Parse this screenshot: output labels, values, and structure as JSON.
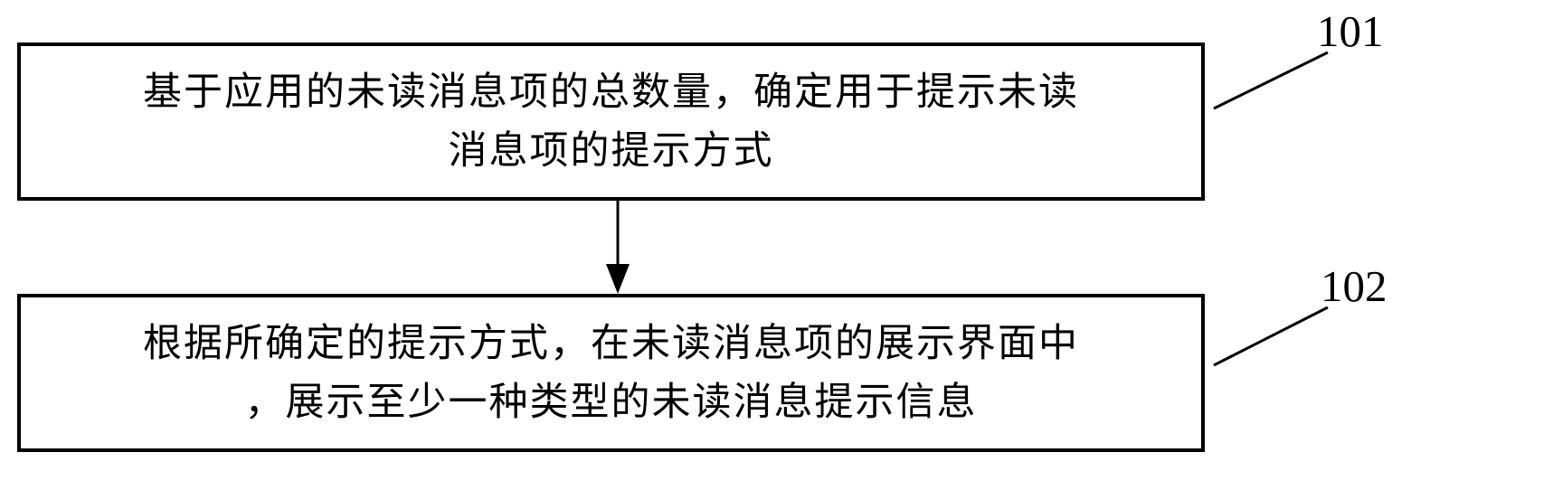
{
  "steps": [
    {
      "id": "101",
      "label": "101",
      "lines": [
        "基于应用的未读消息项的总数量，确定用于提示未读",
        "消息项的提示方式"
      ]
    },
    {
      "id": "102",
      "label": "102",
      "lines": [
        "根据所确定的提示方式，在未读消息项的展示界面中",
        "，展示至少一种类型的未读消息提示信息"
      ]
    }
  ],
  "colors": {
    "stroke": "#000000",
    "background": "#ffffff"
  }
}
